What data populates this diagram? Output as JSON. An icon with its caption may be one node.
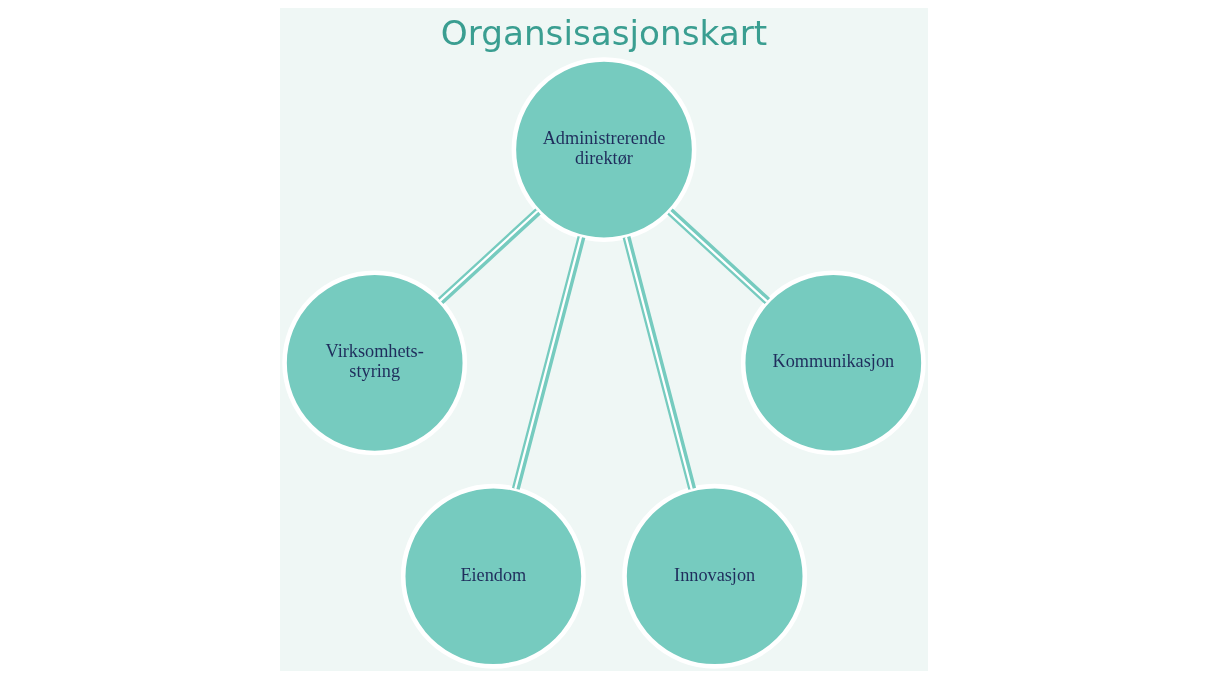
{
  "diagram": {
    "title": "Organsisasjonskart",
    "nodes": [
      {
        "text": [
          "Administrerende direktør"
        ]
      },
      {
        "text": [
          "Virksomhets- styring"
        ]
      },
      {
        "text": [
          "Eiendom"
        ]
      },
      {
        "text": [
          "Innovasjon"
        ]
      },
      {
        "text": [
          "Kommunikasjon"
        ]
      }
    ],
    "edges": [
      {
        "from": 0,
        "to": 1,
        "arrow": "none"
      },
      {
        "from": 0,
        "to": 2,
        "arrow": "none"
      },
      {
        "from": 0,
        "to": 3,
        "arrow": "none"
      },
      {
        "from": 0,
        "to": 4,
        "arrow": "none"
      }
    ]
  }
}
